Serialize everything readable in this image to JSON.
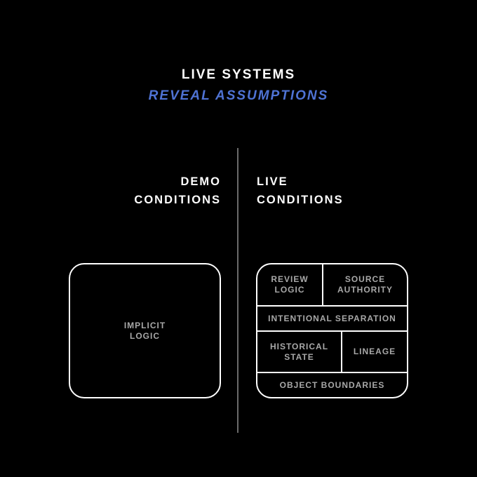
{
  "title": {
    "line1": "LIVE SYSTEMS",
    "line2": "REVEAL ASSUMPTIONS"
  },
  "left": {
    "heading_line1": "DEMO",
    "heading_line2": "CONDITIONS",
    "box_line1": "IMPLICIT",
    "box_line2": "LOGIC"
  },
  "right": {
    "heading_line1": "LIVE",
    "heading_line2": "CONDITIONS",
    "cells": {
      "review_line1": "REVIEW",
      "review_line2": "LOGIC",
      "source_line1": "SOURCE",
      "source_line2": "AUTHORITY",
      "intentional": "INTENTIONAL SEPARATION",
      "historical_line1": "HISTORICAL",
      "historical_line2": "STATE",
      "lineage": "LINEAGE",
      "object": "OBJECT BOUNDARIES"
    }
  },
  "colors": {
    "background": "#000000",
    "accent": "#4f73d4",
    "cell_text": "#a8a8a8",
    "divider": "#6b6b6b"
  }
}
